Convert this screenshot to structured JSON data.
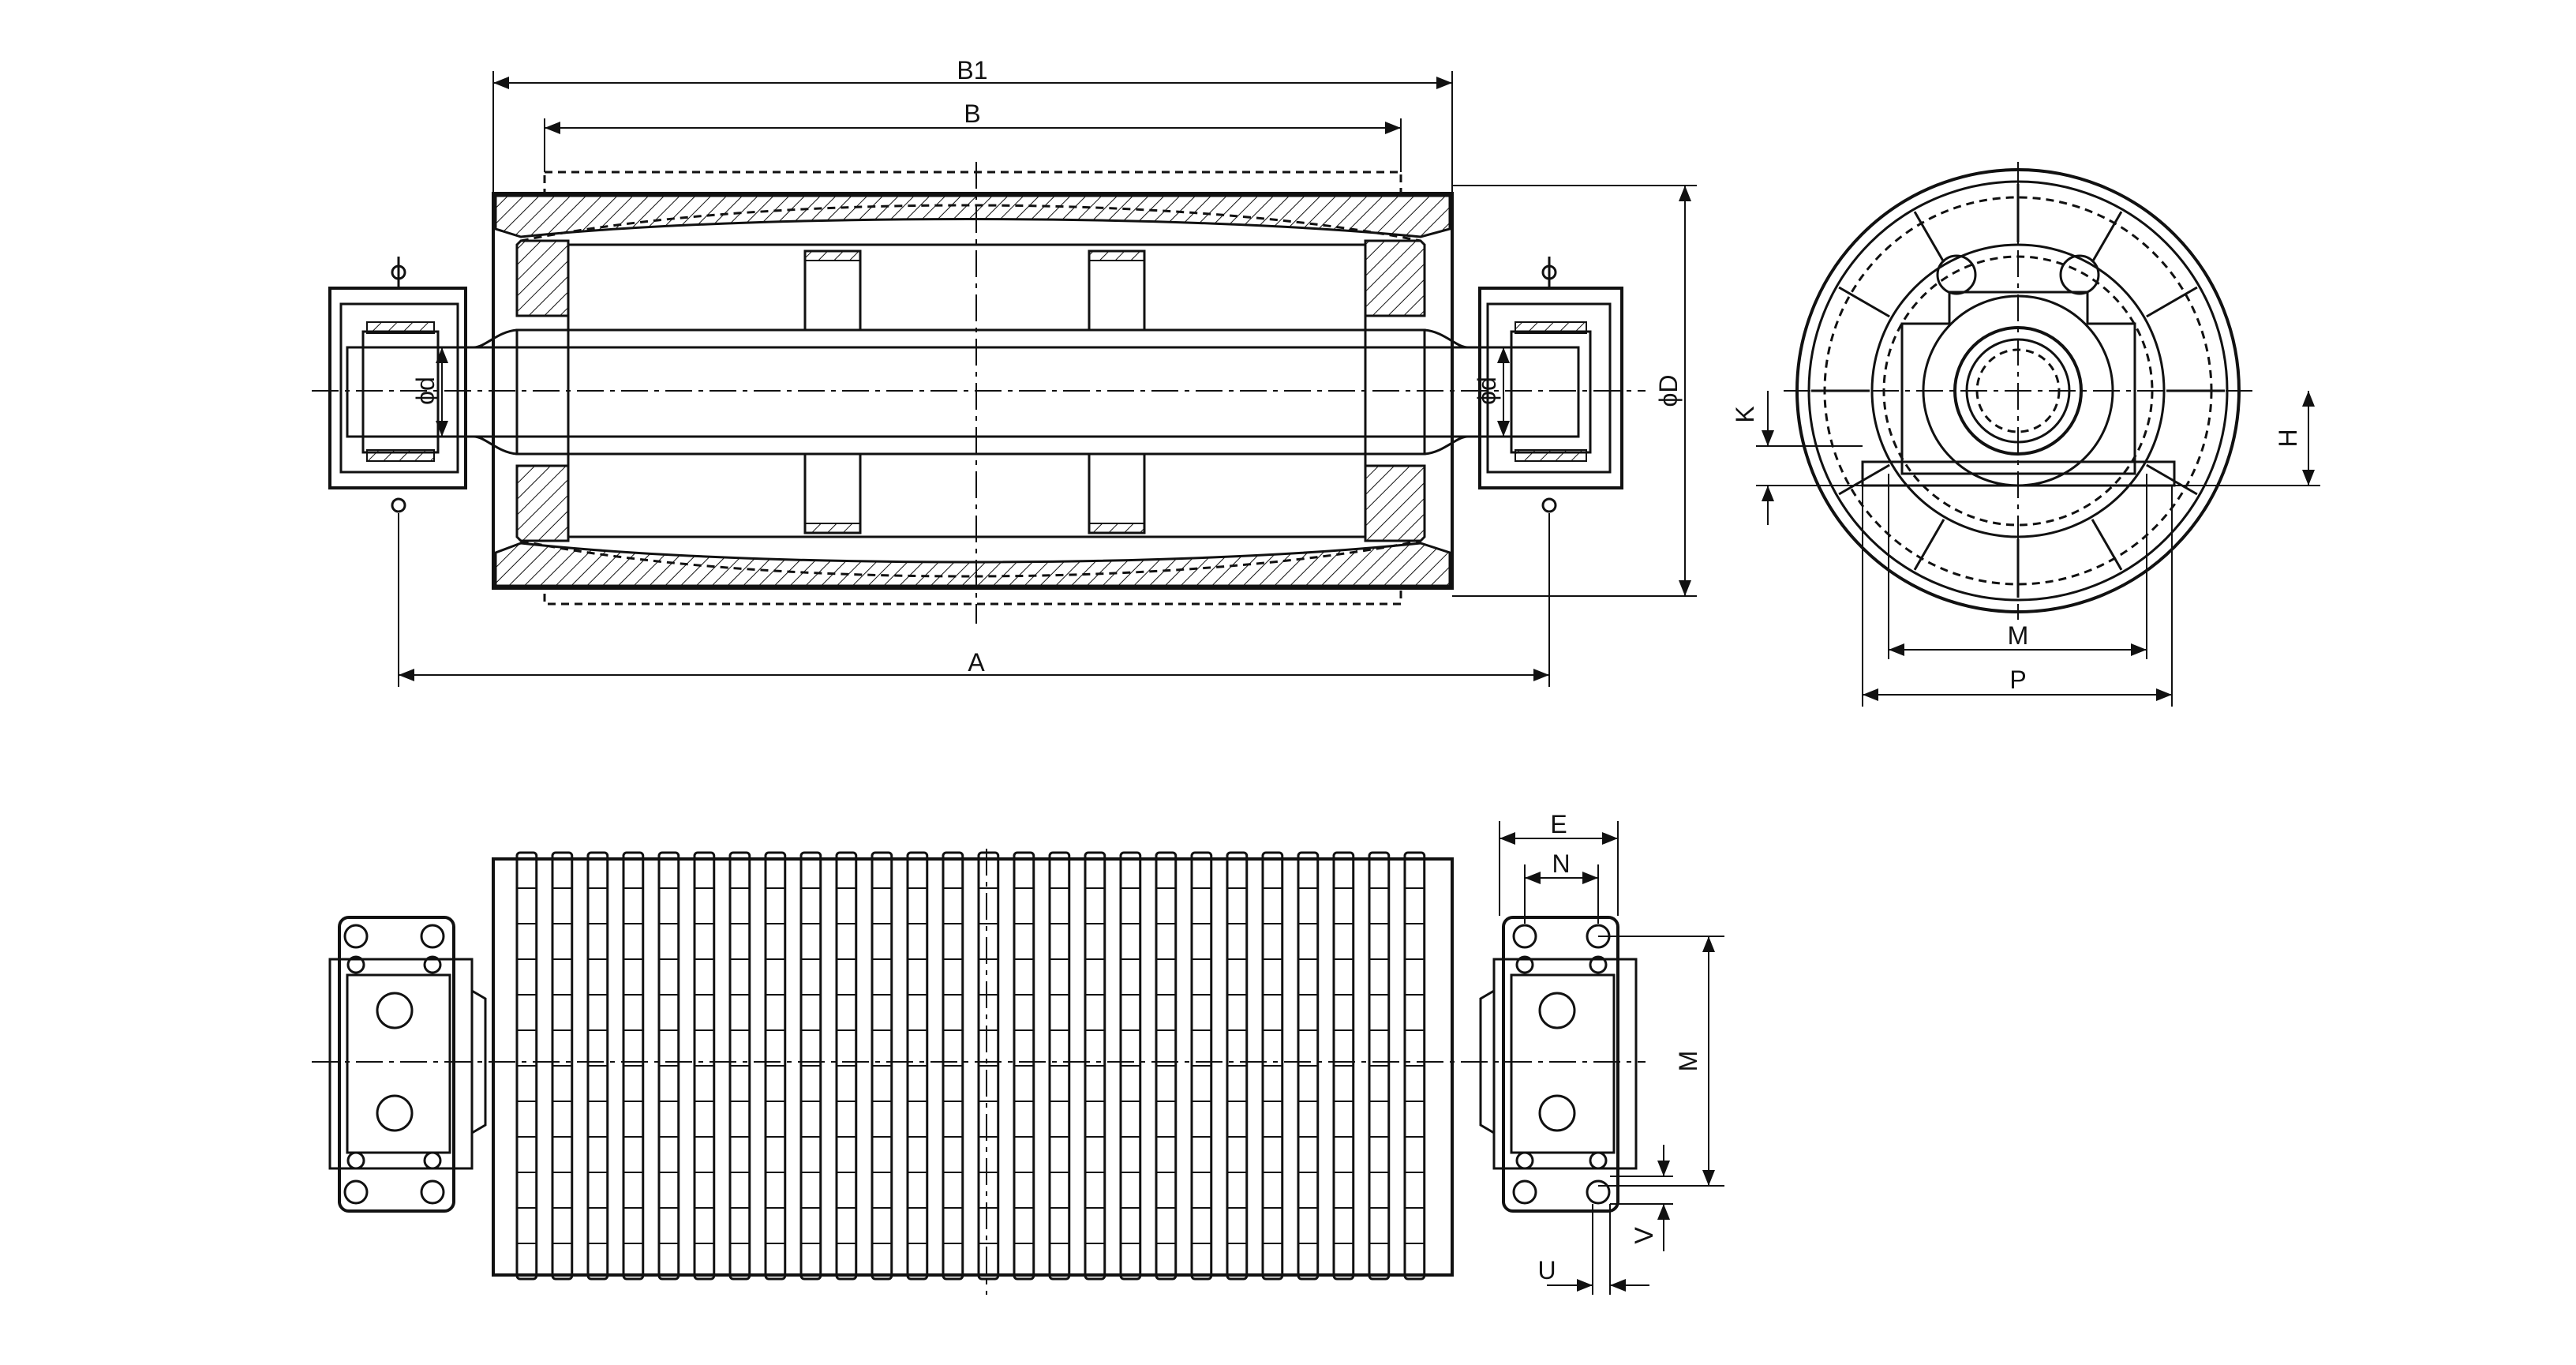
{
  "labels": {
    "B1": "B1",
    "B": "B",
    "A": "A",
    "D": "ϕD",
    "d_left": "ϕd",
    "d_right": "ϕd",
    "K": "K",
    "H": "H",
    "M_end": "M",
    "P": "P",
    "E": "E",
    "N": "N",
    "M_plan": "M",
    "V": "V",
    "U": "U"
  },
  "colors": {
    "line": "#111111",
    "background": "#ffffff"
  }
}
